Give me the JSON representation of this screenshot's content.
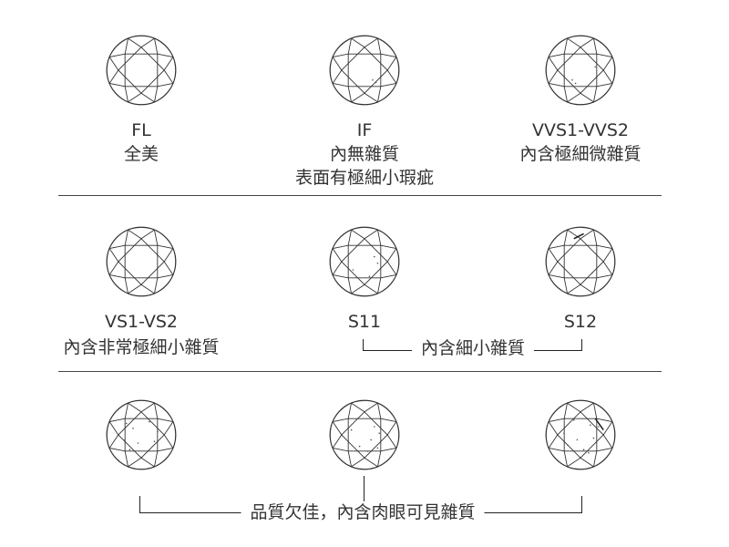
{
  "grades": {
    "fl": {
      "code": "FL",
      "desc": "全美"
    },
    "if": {
      "code": "IF",
      "desc": "內無雜質",
      "desc2": "表面有極細小瑕疵"
    },
    "vvs": {
      "code": "VVS1-VVS2",
      "desc": "內含極細微雜質"
    },
    "vs": {
      "code": "VS1-VS2",
      "desc": "內含非常極細小雜質"
    },
    "si1": {
      "code": "S11"
    },
    "si2": {
      "code": "S12"
    }
  },
  "si_group_label": "內含細小雜質",
  "i_group_label": "品質欠佳，內含肉眼可見雜質",
  "colors": {
    "stroke": "#333333",
    "rule": "#444444"
  }
}
